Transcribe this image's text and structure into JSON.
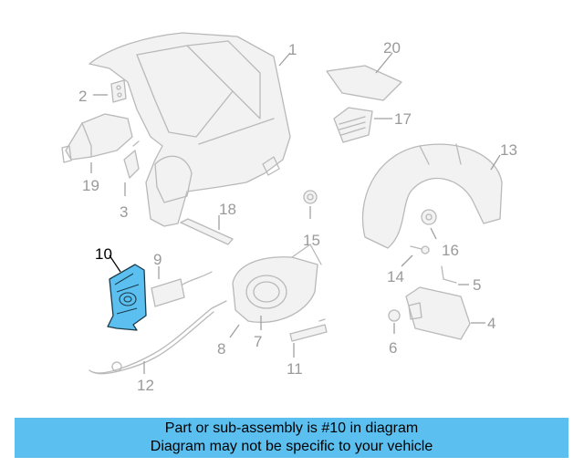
{
  "diagram": {
    "labels": {
      "p1": "1",
      "p2": "2",
      "p3": "3",
      "p4": "4",
      "p5": "5",
      "p6": "6",
      "p7": "7",
      "p8": "8",
      "p9": "9",
      "p10": "10",
      "p11": "11",
      "p12": "12",
      "p13": "13",
      "p14": "14",
      "p15": "15",
      "p16": "16",
      "p17": "17",
      "p18": "18",
      "p19": "19",
      "p20": "20"
    },
    "highlight_color": "#5bc0f0",
    "highlighted_part": "10"
  },
  "banner": {
    "line1": "Part or sub-assembly is #10 in diagram",
    "line2": "Diagram may not be specific to your vehicle",
    "color": "#5bc0f0"
  }
}
